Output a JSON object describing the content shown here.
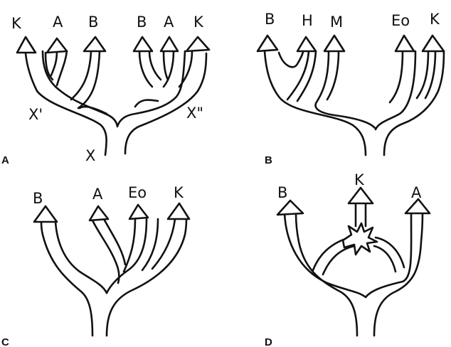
{
  "panels": [
    {
      "letter": "A",
      "tips": [
        "K",
        "A",
        "B",
        "B",
        "A",
        "K"
      ],
      "node_labels": {
        "left": "X'",
        "right": "X\"",
        "root": "X"
      }
    },
    {
      "letter": "B",
      "tips": [
        "B",
        "H",
        "M",
        "Eo",
        "K"
      ]
    },
    {
      "letter": "C",
      "tips": [
        "B",
        "A",
        "Eo",
        "K"
      ]
    },
    {
      "letter": "D",
      "tips": [
        "B",
        "K",
        "A"
      ]
    }
  ]
}
